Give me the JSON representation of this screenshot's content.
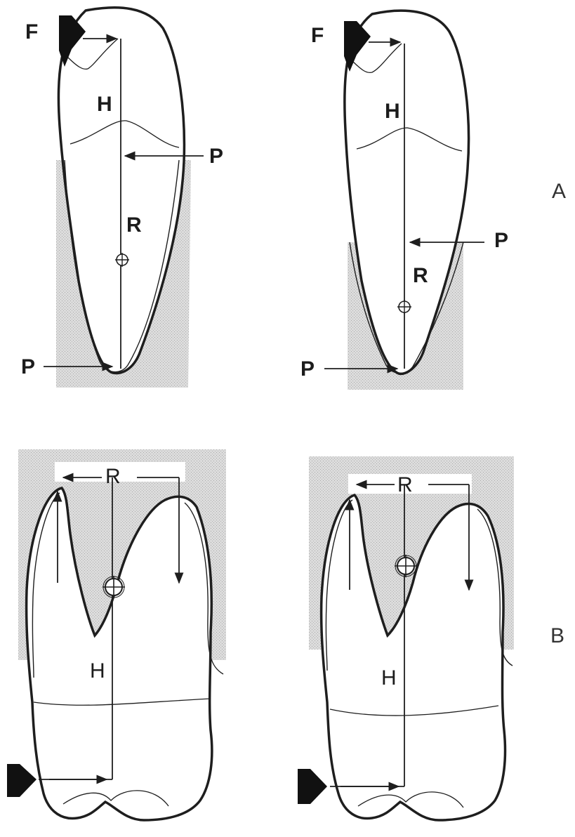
{
  "labels": {
    "force": "F",
    "height": "H",
    "resistance": "R",
    "pressure": "P",
    "panel_a": "A",
    "panel_b": "B"
  },
  "colors": {
    "ink": "#1e1e1e",
    "bone_shade": "#c9c9c9",
    "paper": "#ffffff"
  },
  "icons": {
    "force_arrow": "filled-arrow-icon",
    "center_of_rotation": "crosshair-circle-icon"
  }
}
